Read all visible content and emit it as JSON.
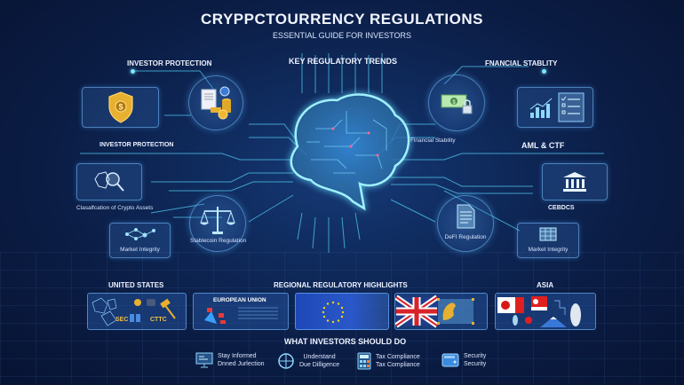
{
  "header": {
    "title": "CRYPPCTOURRENCY REGULATIONS",
    "subtitle": "ESSENTIAL GUIDE FOR INVESTORS"
  },
  "center": {
    "heading": "KEY REGULATORY TRENDS",
    "icon": "circuit-brain-icon"
  },
  "left": {
    "top_label": "INVESTOR PROTECTION",
    "mid_label": "INVESTOR PROTECTION",
    "cards": [
      {
        "icon": "shield-dollar-icon",
        "label": ""
      },
      {
        "icon": "certificate-gold-coins-icon",
        "label": ""
      },
      {
        "icon": "crypto-magnifier-icon",
        "label": "Clasalfcation of Crypto Assets"
      },
      {
        "icon": "scales-icon",
        "label": "Stablecoin Regulation"
      },
      {
        "icon": "network-nodes-icon",
        "label": "Market Integrity"
      }
    ]
  },
  "right": {
    "top_label": "FNANCIAL STABLITY",
    "mid_label": "Financial Stability",
    "aml_label": "AML & CTF",
    "cbdc_label": "CEBDCS",
    "cards": [
      {
        "icon": "banknote-lock-icon",
        "label": ""
      },
      {
        "icon": "bar-chart-checklist-icon",
        "label": ""
      },
      {
        "icon": "bank-building-icon",
        "label": ""
      },
      {
        "icon": "document-icon",
        "label": "DeFI Regulation"
      },
      {
        "icon": "grid-table-icon",
        "label": "Market Integrity"
      }
    ]
  },
  "regions": {
    "heading": "REGIONAL REGULATORY HIGHLIGHTS",
    "us": {
      "label": "UNITED STATES",
      "badges": [
        "SEC",
        "CTTC"
      ]
    },
    "eu": {
      "label": "EUROPEAN UNION"
    },
    "eu_flag": {
      "icon": "eu-flag-icon"
    },
    "uk": {
      "icon": "uk-flag-lion-icon"
    },
    "asia": {
      "label": "ASIA"
    }
  },
  "actions": {
    "heading": "WHAT INVESTORS SHOULD DO",
    "items": [
      {
        "icon": "monitor-icon",
        "line1": "Stay Informed",
        "line2": "Dnned Jurlection"
      },
      {
        "icon": "compass-icon",
        "line1": "Understand",
        "line2": "Due Dilligence"
      },
      {
        "icon": "calculator-icon",
        "line1": "Tax Compliance",
        "line2": "Tax Compliance"
      },
      {
        "icon": "wallet-icon",
        "line1": "Security",
        "line2": "Security"
      }
    ]
  },
  "colors": {
    "background": "#0b1d45",
    "accent_cyan": "#7ee8ff",
    "gold": "#e8b030",
    "panel_border": "#78beff"
  }
}
